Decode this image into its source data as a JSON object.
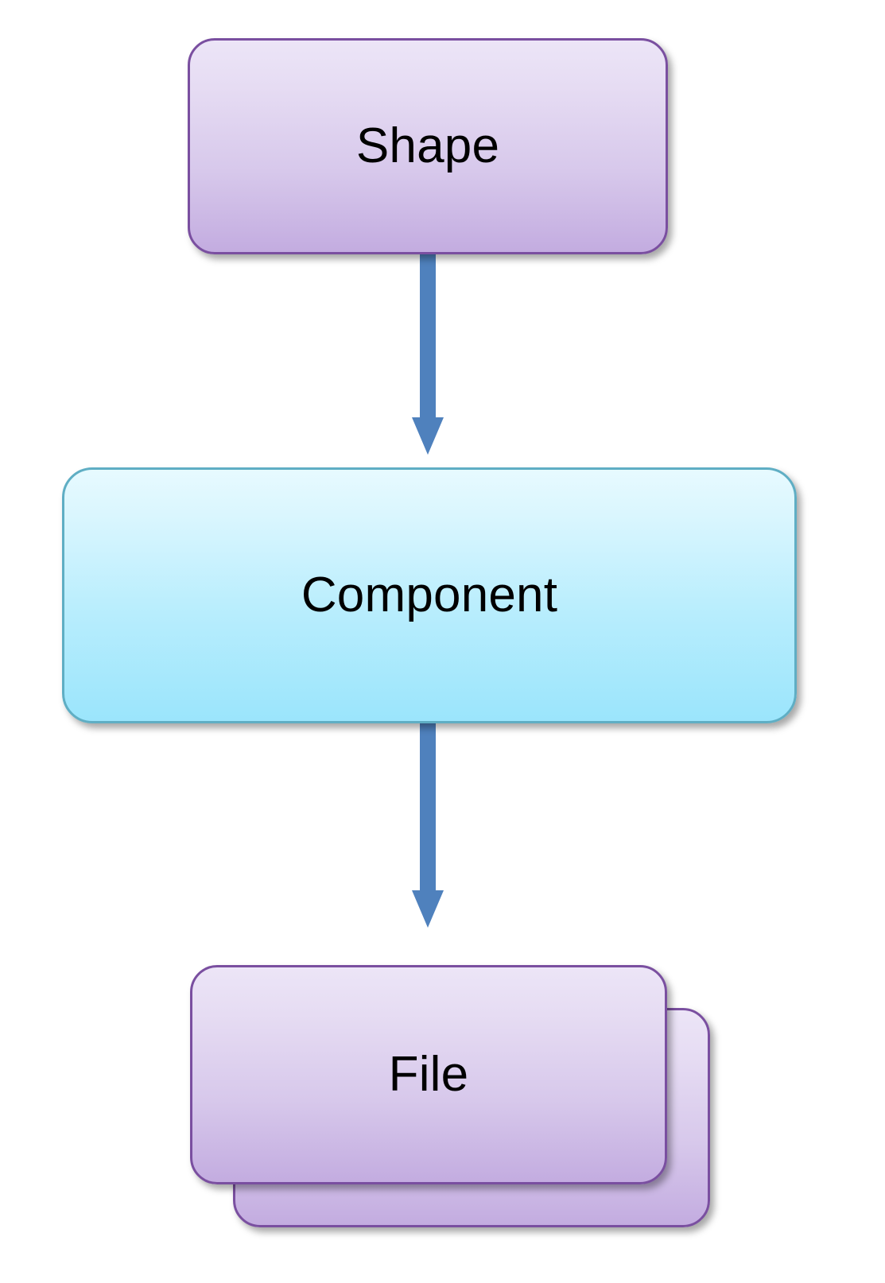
{
  "diagram": {
    "title": "Shape to Component to File flow",
    "background_color": "#FFFFFF",
    "nodes": [
      {
        "id": "shape",
        "label": "Shape",
        "style": "rounded-rectangle",
        "fill_top": "#ECE5F7",
        "fill_bottom": "#C3ACE0",
        "border_color": "#7A4FA0",
        "text_color": "#000000"
      },
      {
        "id": "component",
        "label": "Component",
        "style": "rounded-rectangle",
        "fill_top": "#E7FAFF",
        "fill_bottom": "#9BE5FC",
        "border_color": "#5FAEC4",
        "text_color": "#000000"
      },
      {
        "id": "file",
        "label": "File",
        "style": "stacked-rounded-rectangle",
        "fill_top": "#ECE5F7",
        "fill_bottom": "#C3ACE0",
        "border_color": "#7A4FA0",
        "text_color": "#000000",
        "stack_count": 2
      }
    ],
    "connectors": [
      {
        "id": "shape-to-component",
        "from": "shape",
        "to": "component",
        "direction": "down",
        "color": "#4F81BD",
        "arrowhead": "solid-triangle"
      },
      {
        "id": "component-to-file",
        "from": "component",
        "to": "file",
        "direction": "down",
        "color": "#4F81BD",
        "arrowhead": "solid-triangle"
      }
    ]
  }
}
